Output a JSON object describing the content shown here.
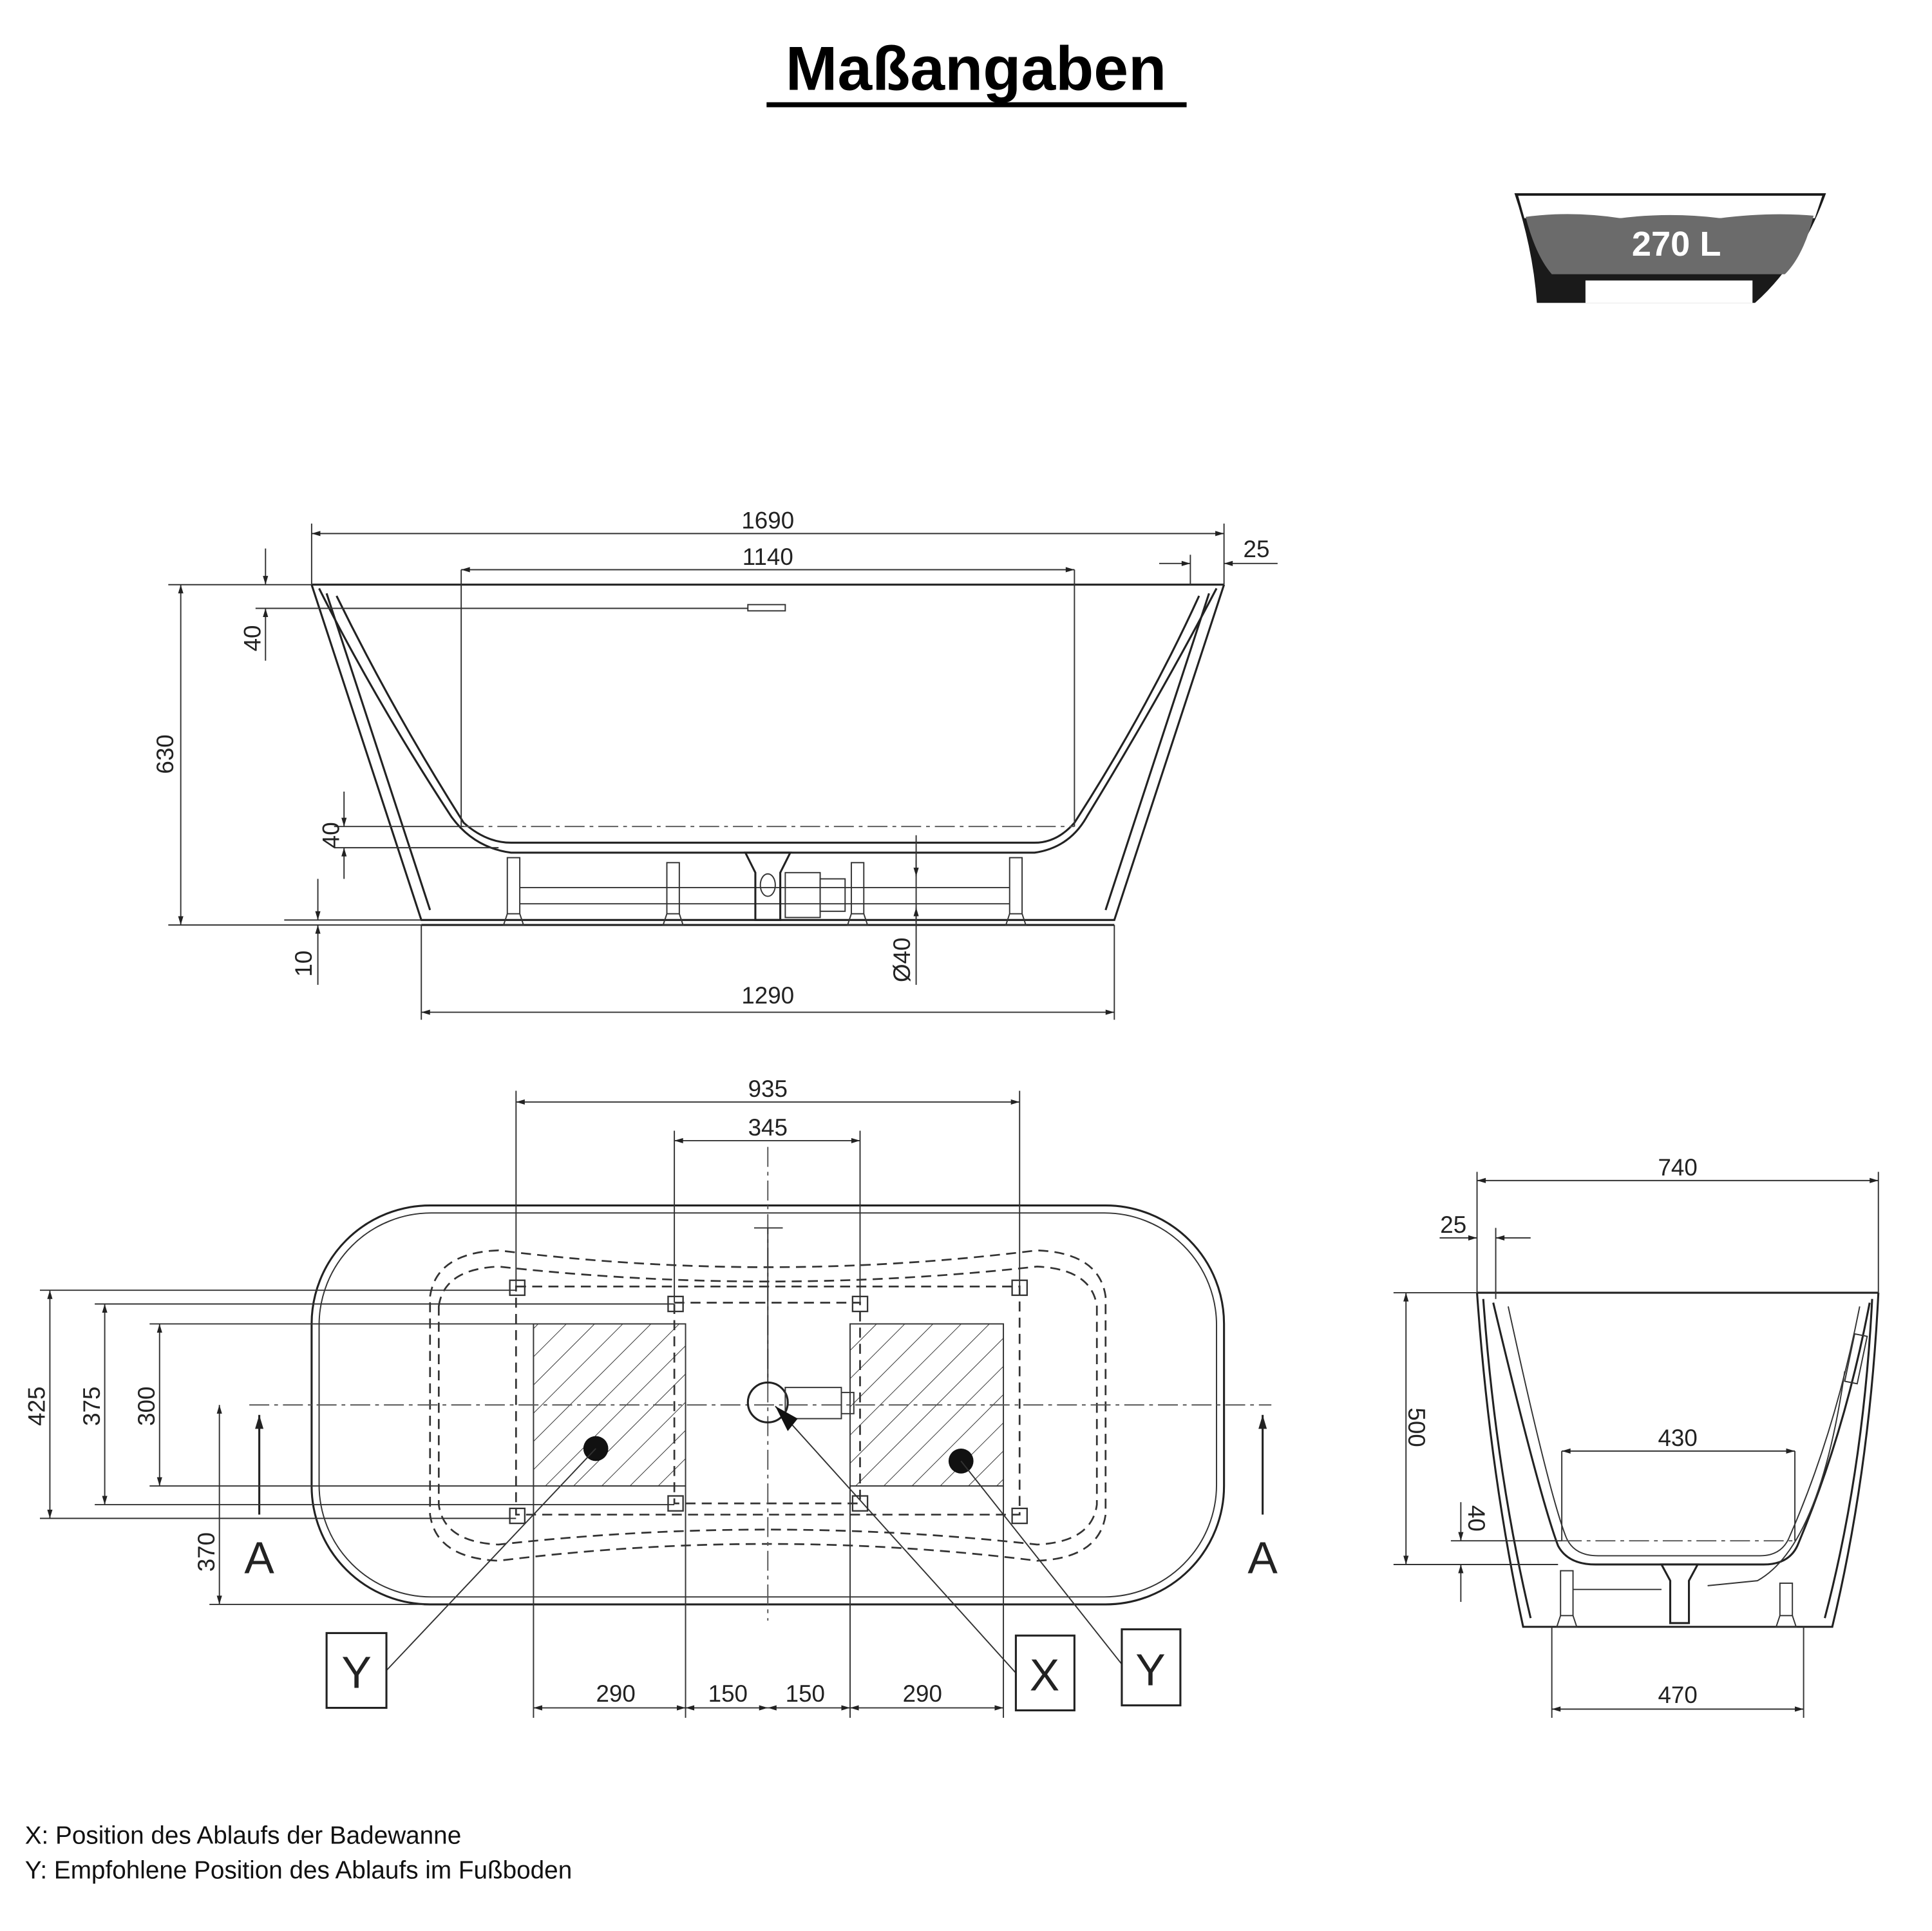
{
  "title": "Maßangaben",
  "volume_badge": "270 L",
  "side_view": {
    "d_1690": "1690",
    "d_1140": "1140",
    "d_25": "25",
    "d_630": "630",
    "d_40_top": "40",
    "d_40_floor": "40",
    "d_10": "10",
    "d_drain": "Ø40",
    "d_1290": "1290"
  },
  "plan_view": {
    "d_935": "935",
    "d_345": "345",
    "d_425": "425",
    "d_375": "375",
    "d_300": "300",
    "d_370": "370",
    "d_290a": "290",
    "d_150a": "150",
    "d_150b": "150",
    "d_290b": "290",
    "section_left": "A",
    "section_right": "A",
    "marker_y1": "Y",
    "marker_x": "X",
    "marker_y2": "Y"
  },
  "end_view": {
    "d_740": "740",
    "d_25": "25",
    "d_500": "500",
    "d_430": "430",
    "d_40": "40",
    "d_470": "470"
  },
  "legend": [
    "X: Position des Ablaufs der Badewanne",
    "Y: Empfohlene Position des Ablaufs im Fußboden"
  ]
}
